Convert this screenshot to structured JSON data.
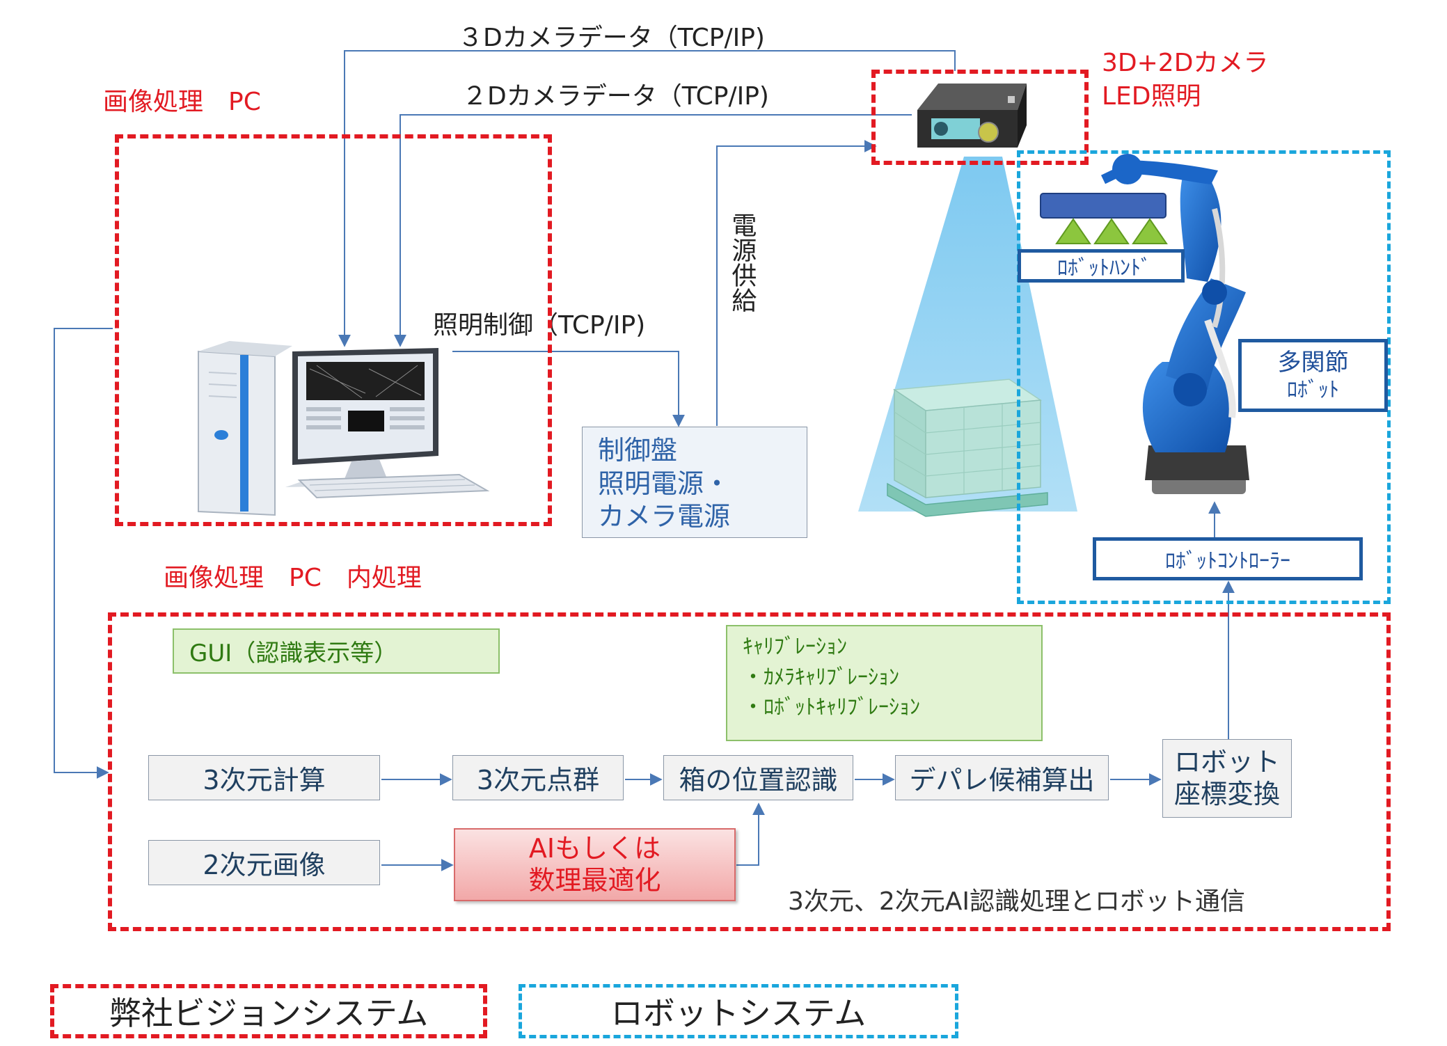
{
  "top_labels": {
    "camera_3d_data": "３Dカメラデータ（TCP/IP)",
    "camera_2d_data": "２Dカメラデータ（TCP/IP)",
    "camera_name_line1": "3D+2Dカメラ",
    "camera_name_line2": "LED照明",
    "image_pc": "画像処理　PC",
    "lighting_control": "照明制御（TCP/IP)",
    "power_supply": "電源供給"
  },
  "control_panel": {
    "line1": "制御盤",
    "line2": "照明電源・",
    "line3": "カメラ電源"
  },
  "robot": {
    "hand": "ﾛﾎﾞｯﾄﾊﾝﾄﾞ",
    "multi_joint_line1": "多関節",
    "multi_joint_line2": "ﾛﾎﾞｯﾄ",
    "controller": "ﾛﾎﾞｯﾄｺﾝﾄﾛｰﾗｰ"
  },
  "processing": {
    "section_title": "画像処理　PC　内処理",
    "gui": "GUI（認識表示等）",
    "calibration_line1": "ｷｬﾘﾌﾞﾚｰｼｮﾝ",
    "calibration_line2": "・ｶﾒﾗｷｬﾘﾌﾞﾚｰｼｮﾝ",
    "calibration_line3": "・ﾛﾎﾞｯﾄｷｬﾘﾌﾞﾚｰｼｮﾝ",
    "calc_3d": "3次元計算",
    "point_cloud_3d": "3次元点群",
    "box_position": "箱の位置認識",
    "depalletize": "デパレ候補算出",
    "robot_coord_line1": "ロボット",
    "robot_coord_line2": "座標変換",
    "image_2d": "2次元画像",
    "ai_line1": "AIもしくは",
    "ai_line2": "数理最適化",
    "caption": "3次元、2次元AI認識処理とロボット通信"
  },
  "legend": {
    "vision_system": "弊社ビジョンシステム",
    "robot_system": "ロボットシステム"
  },
  "colors": {
    "vision_red": "#e21a22",
    "robot_cyan": "#1aa6dc",
    "arrow_blue": "#4a78b5",
    "robot_body": "#1b66c8"
  }
}
